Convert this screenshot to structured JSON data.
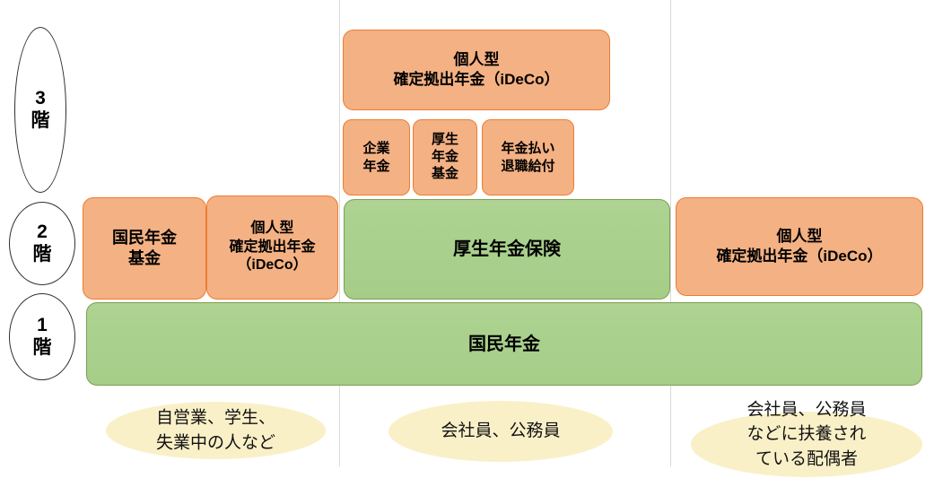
{
  "title": "年金制度の3階建て構造図",
  "floors": {
    "f3": "3\n階",
    "f2": "2\n階",
    "f1": "1\n階"
  },
  "tier3": {
    "ideco_top": "個人型\n確定拠出年金（iDeCo）",
    "kigyo_nenkin": "企業\n年金",
    "kosei_nenkin_kikin": "厚生\n年金\n基金",
    "nenkinbarai_taishoku_kyufu": "年金払い\n退職給付"
  },
  "tier2": {
    "kokumin_nenkin_kikin": "国民年金\n基金",
    "ideco_left": "個人型\n確定拠出年金\n（iDeCo）",
    "kosei_nenkin_hoken": "厚生年金保険",
    "ideco_right": "個人型\n確定拠出年金（iDeCo）"
  },
  "tier1": {
    "kokumin_nenkin": "国民年金"
  },
  "audiences": {
    "left": "自営業、学生、\n失業中の人など",
    "center": "会社員、公務員",
    "right": "会社員、公務員\nなどに扶養され\nている配偶者"
  },
  "colors": {
    "orange_fill": "#F4B183",
    "orange_border": "#ED7D31",
    "green_fill": "#A9D18E",
    "green_border": "#7C9F52",
    "yellow_fill": "#FAF0C8",
    "divider_gray": "#D9D9D9",
    "text": "#000000"
  }
}
